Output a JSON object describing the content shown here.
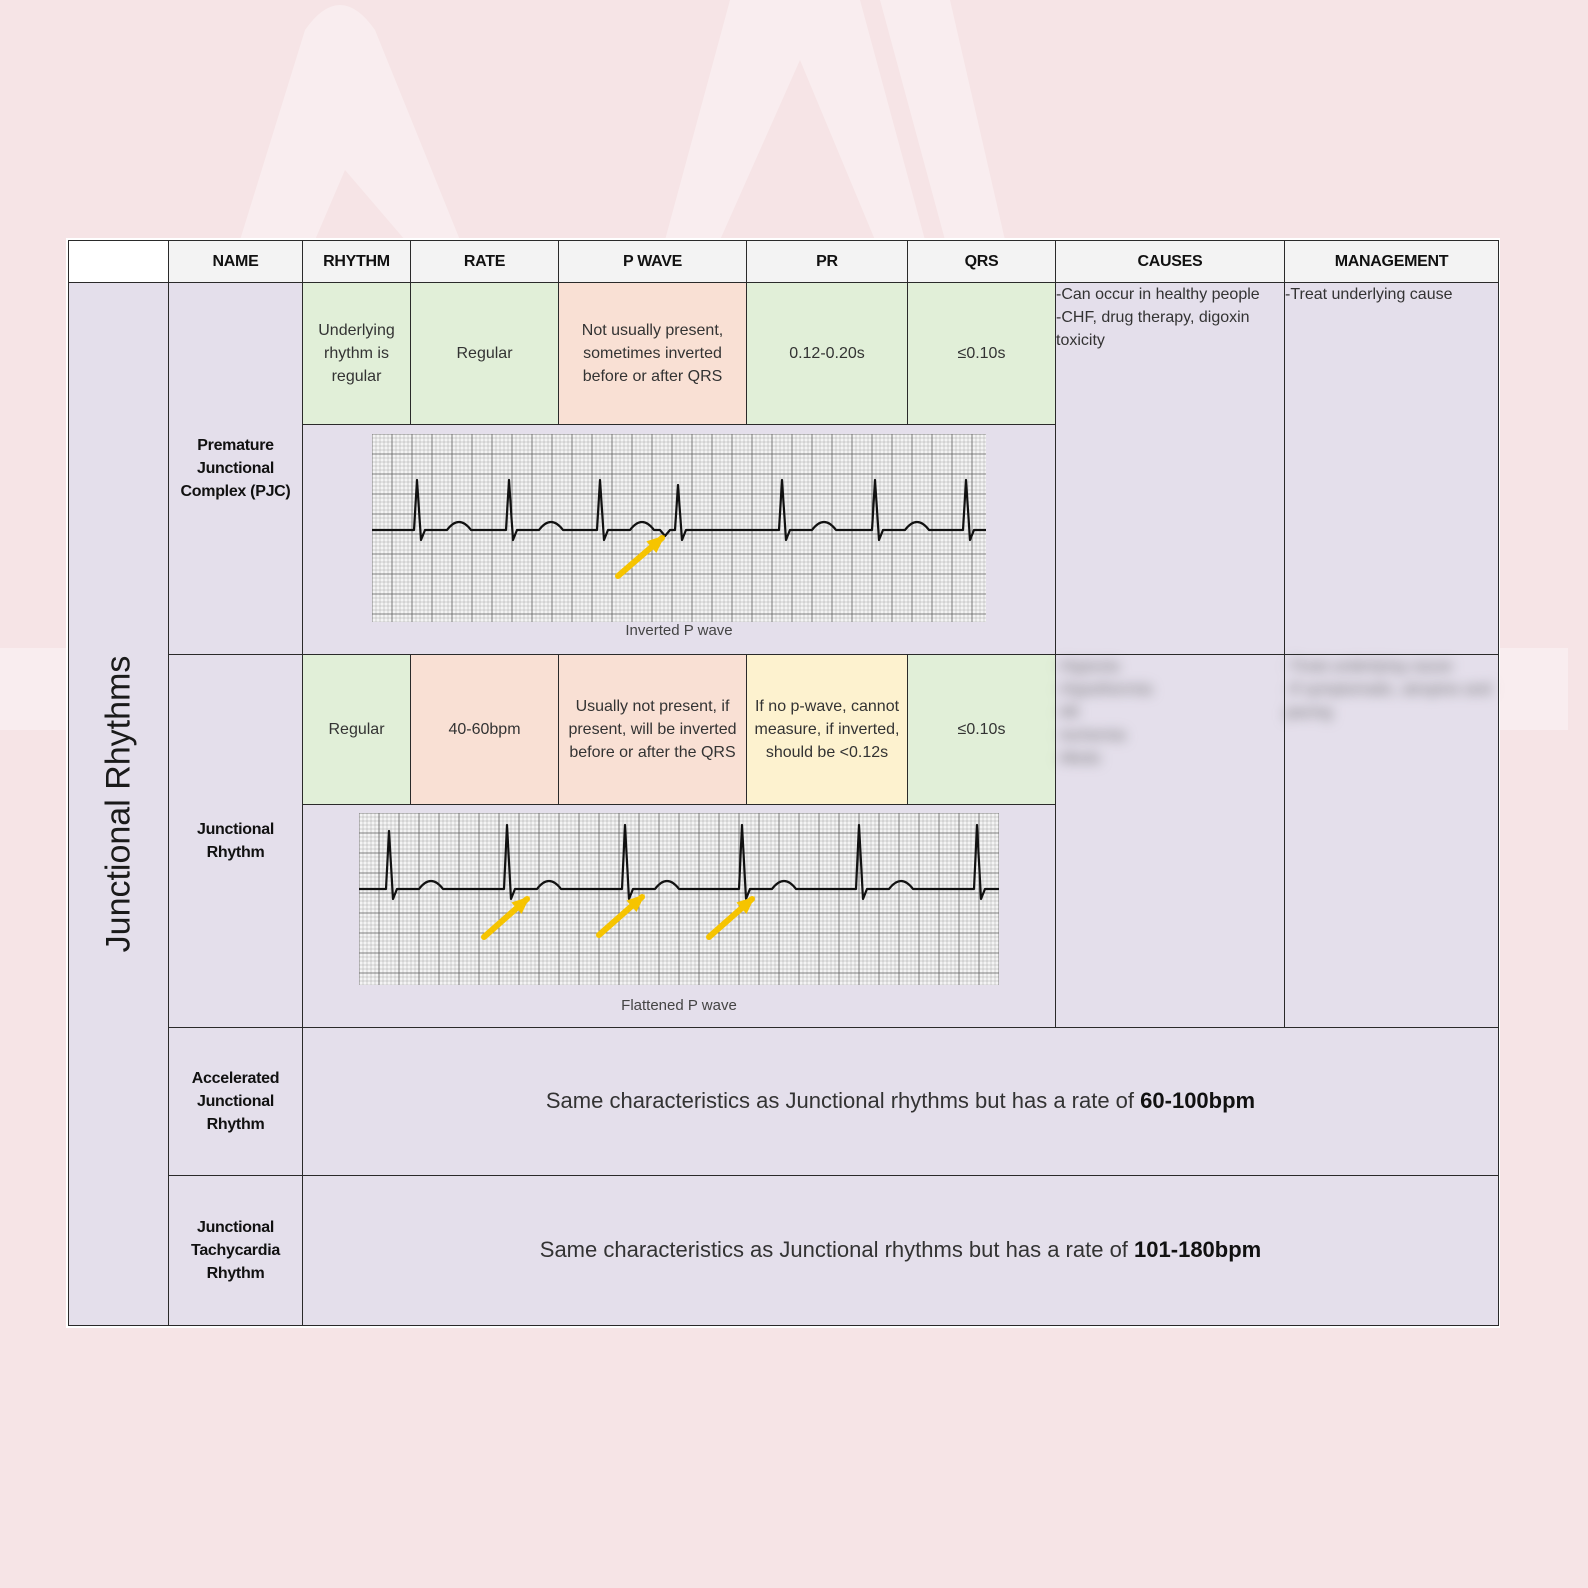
{
  "side_label": "Junctional Rhythms",
  "headers": [
    "NAME",
    "RHYTHM",
    "RATE",
    "P WAVE",
    "PR",
    "QRS",
    "CAUSES",
    "MANAGEMENT"
  ],
  "rows": [
    {
      "name": "Premature Junctional Complex (PJC)",
      "rhythm": "Underlying rhythm is regular",
      "rate": "Regular",
      "p_wave": "Not usually present, sometimes inverted before or after QRS",
      "pr": "0.12-0.20s",
      "qrs": "≤0.10s",
      "causes": [
        "-Can occur in healthy people",
        "-CHF, drug therapy, digoxin toxicity"
      ],
      "management": [
        "-Treat underlying cause"
      ],
      "strip_caption": "Inverted P wave"
    },
    {
      "name": "Junctional Rhythm",
      "rhythm": "Regular",
      "rate": "40-60bpm",
      "p_wave": "Usually not present, if present, will be inverted before or after the QRS",
      "pr": "If no p-wave, cannot measure, if inverted, should be <0.12s",
      "qrs": "≤0.10s",
      "causes": [
        "-Hypoxia",
        "-Hypothermia",
        "-MI",
        "-Ischemia",
        "-Meds"
      ],
      "management": [
        "-Treat underlying cause",
        "-If symptomatic, atropine and pacing"
      ],
      "strip_caption": "Flattened P wave"
    },
    {
      "name": "Accelerated Junctional Rhythm",
      "summary": "Same characteristics as Junctional rhythms but has a rate of ",
      "summary_rate": "60-100bpm"
    },
    {
      "name": "Junctional Tachycardia Rhythm",
      "summary": "Same characteristics as Junctional rhythms but has a rate of ",
      "summary_rate": "101-180bpm"
    }
  ],
  "colors": {
    "background": "#f6e4e6",
    "lavender": "#e4dfeb",
    "green": "#e1efd8",
    "peach": "#f9e0d4",
    "yellow": "#fdf2cf",
    "arrow": "#f6c400"
  }
}
